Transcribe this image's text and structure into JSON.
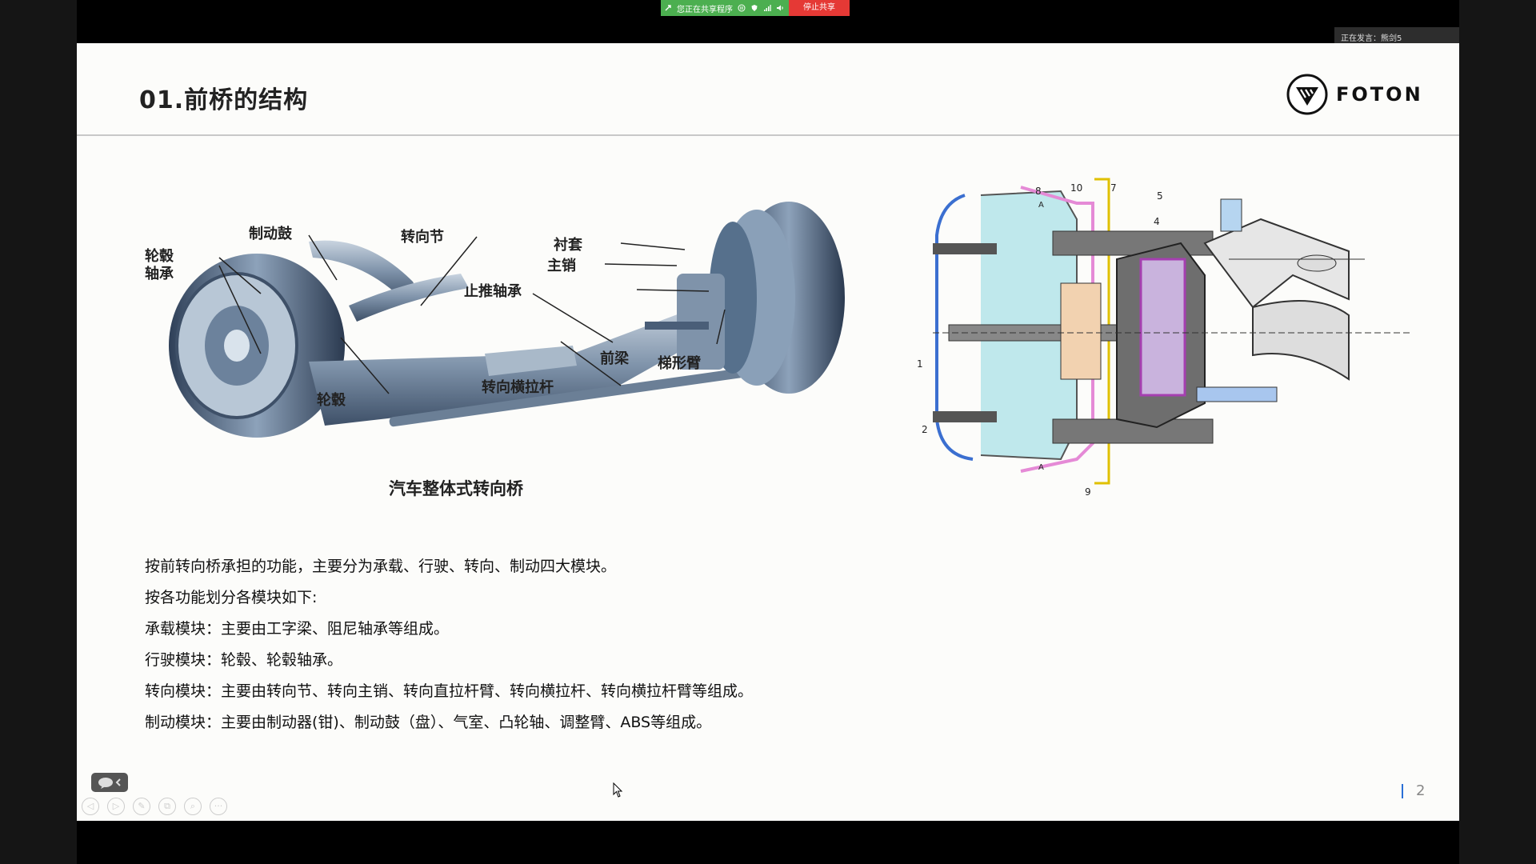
{
  "share_bar": {
    "status_text": "您正在共享程序",
    "stop_label": "停止共享"
  },
  "speaking": "正在发言：熊剑5",
  "slide": {
    "title": "01.前桥的结构",
    "logo_text": "FOTON",
    "figure1": {
      "caption": "汽车整体式转向桥",
      "labels": {
        "brake_drum": "制动鼓",
        "steering_knuckle": "转向节",
        "hub_bearing": "轮毂\n轴承",
        "bushing": "衬套",
        "kingpin": "主销",
        "thrust_bearing": "止推轴承",
        "front_beam": "前梁",
        "trapezoid_arm": "梯形臂",
        "tie_rod": "转向横拉杆",
        "hub": "轮毂"
      }
    },
    "figure2": {
      "numbers": [
        "8",
        "10",
        "7",
        "5",
        "4",
        "1",
        "2",
        "9",
        "A",
        "A"
      ]
    },
    "body_lines": [
      "按前转向桥承担的功能，主要分为承载、行驶、转向、制动四大模块。",
      "按各功能划分各模块如下:",
      "承载模块：主要由工字梁、阻尼轴承等组成。",
      "行驶模块：轮毂、轮毂轴承。",
      "转向模块：主要由转向节、转向主销、转向直拉杆臂、转向横拉杆、转向横拉杆臂等组成。",
      "制动模块：主要由制动器(钳)、制动鼓（盘）、气室、凸轮轴、调整臂、ABS等组成。"
    ],
    "page_number": "2"
  },
  "controls": {
    "icons": [
      "prev-icon",
      "next-icon",
      "pen-icon",
      "copy-icon",
      "zoom-icon",
      "more-icon"
    ],
    "more_text": "···"
  },
  "colors": {
    "share_green": "#4caf50",
    "stop_red": "#e53935",
    "accent_blue": "#2a6fd6"
  }
}
